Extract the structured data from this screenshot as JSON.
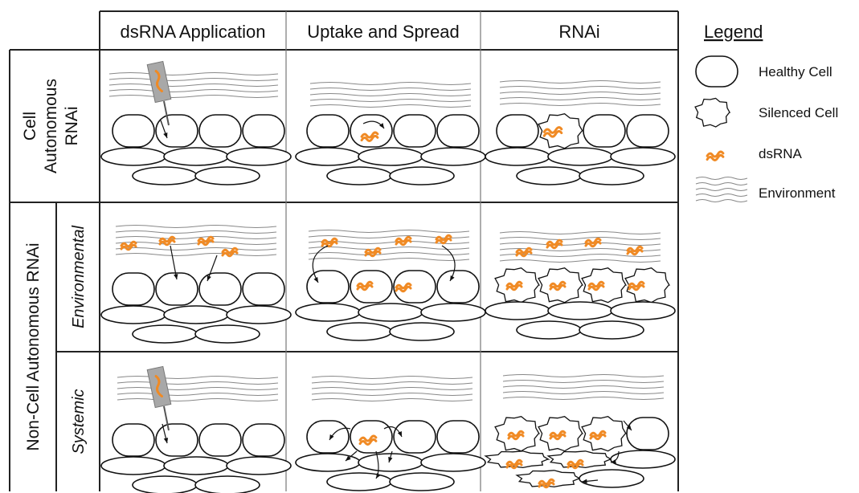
{
  "columns": [
    "dsRNA Application",
    "Uptake and Spread",
    "RNAi"
  ],
  "rows": {
    "cell_autonomous": "Cell Autonomous RNAi",
    "cell_autonomous_line1": "Cell",
    "cell_autonomous_line2": "Autonomous",
    "cell_autonomous_line3": "RNAi",
    "non_cell_autonomous": "Non-Cell Autonomous RNAi",
    "environmental": "Environmental",
    "systemic": "Systemic"
  },
  "legend": {
    "title": "Legend",
    "items": [
      {
        "label": "Healthy Cell",
        "icon": "healthy-cell-icon"
      },
      {
        "label": "Silenced Cell",
        "icon": "silenced-cell-icon"
      },
      {
        "label": "dsRNA",
        "icon": "dsrna-icon"
      },
      {
        "label": "Environment",
        "icon": "environment-icon"
      }
    ]
  },
  "colors": {
    "dsrna": "#f08a24",
    "syringe": "#a8a8a8",
    "environment": "#888888",
    "grid": "#222222"
  }
}
